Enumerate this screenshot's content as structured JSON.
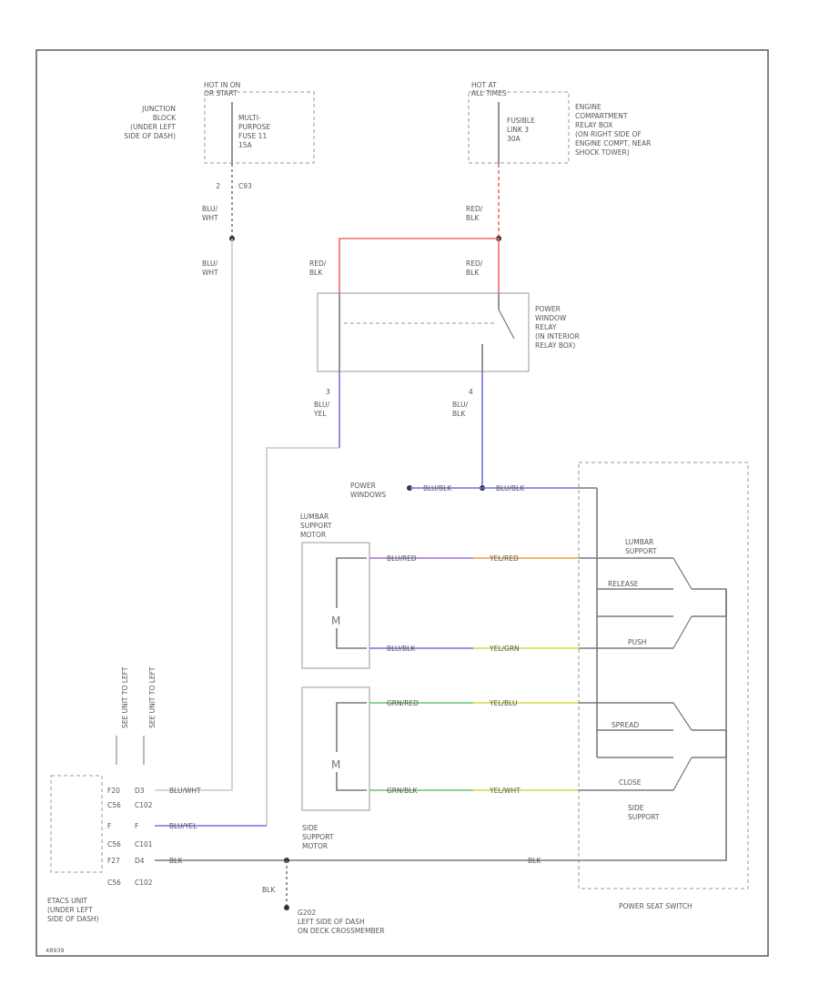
{
  "diagram": {
    "hot_in_on": "HOT IN ON",
    "hot_in_on_2": "OR START",
    "hot_at_all_times": "HOT AT",
    "hot_at_all_times_2": "ALL TIMES",
    "junction_block": [
      "JUNCTION",
      "BLOCK",
      "(UNDER LEFT",
      "SIDE OF DASH)"
    ],
    "fuse_label": [
      "MULTI-",
      "PURPOSE",
      "FUSE 11",
      "15A"
    ],
    "fusible_link": [
      "FUSIBLE",
      "LINK 3",
      "30A"
    ],
    "engine_relay_box": [
      "ENGINE",
      "COMPARTMENT",
      "RELAY BOX",
      "(ON RIGHT SIDE OF",
      "ENGINE COMPT, NEAR",
      "SHOCK TOWER)"
    ],
    "c_num_left": "2",
    "c_left": "C93",
    "wire_blu_wht": [
      "BLU/",
      "WHT"
    ],
    "wire_blu_wht_2": [
      "BLU/",
      "WHT"
    ],
    "wire_red_blk_1": [
      "RED/",
      "BLK"
    ],
    "wire_red_blk_2": [
      "RED/",
      "BLK"
    ],
    "wire_red_blk_3": [
      "RED/",
      "BLK"
    ],
    "relay_label": [
      "POWER",
      "WINDOW",
      "RELAY",
      "(IN INTERIOR",
      "RELAY BOX)"
    ],
    "relay_pin_3": "3",
    "relay_pin_4": "4",
    "wire_blu_yel": [
      "BLU/",
      "YEL"
    ],
    "wire_blu_blk": [
      "BLU/",
      "BLK"
    ],
    "power_windows": [
      "POWER",
      "WINDOWS"
    ],
    "wire_top_1": "BLU/BLK",
    "wire_top_2": "BLU/BLK",
    "lumbar_motor": [
      "LUMBAR",
      "SUPPORT",
      "MOTOR"
    ],
    "lum_w1a": "BLU/RED",
    "lum_w1b": "YEL/RED",
    "lum_w2a": "BLU/BLK",
    "lum_w2b": "YEL/GRN",
    "side_w1a": "GRN/RED",
    "side_w1b": "YEL/BLU",
    "side_w2a": "GRN/BLK",
    "side_w2b": "YEL/WHT",
    "lumbar_support": [
      "LUMBAR",
      "SUPPORT"
    ],
    "release": "RELEASE",
    "push": "PUSH",
    "spread": "SPREAD",
    "close": "CLOSE",
    "side_support": [
      "SIDE",
      "SUPPORT"
    ],
    "power_seat_switch": "POWER SEAT SWITCH",
    "side_motor": [
      "SIDE",
      "SUPPORT",
      "MOTOR"
    ],
    "etacs_pins": [
      "F20",
      "D3",
      "BLU/WHT",
      "C56",
      "C102",
      "F",
      "F",
      "BLU/YEL",
      "C56",
      "C101",
      "F27",
      "D4",
      "BLK",
      "C56",
      "C102"
    ],
    "etacs_refs": [
      "SEE UNIT TO LEFT",
      "SEE UNIT TO LEFT"
    ],
    "etacs_label": [
      "ETACS UNIT",
      "(UNDER LEFT",
      "SIDE OF DASH)"
    ],
    "blk_ground": "BLK",
    "blk_sw": "BLK",
    "ground_label": [
      "G202",
      "LEFT SIDE OF DASH",
      "ON DECK CROSSMEMBER"
    ],
    "footer_code": "48939",
    "colors": {
      "red": "#f06a6a",
      "blue": "#7070e8",
      "gray": "#c8c8c8"
    }
  }
}
